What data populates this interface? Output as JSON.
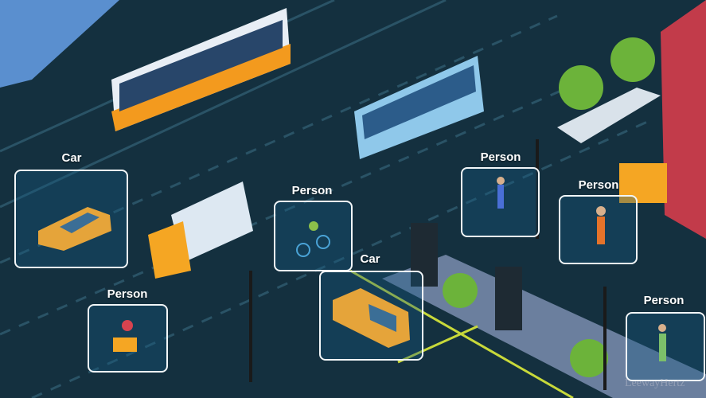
{
  "detections": [
    {
      "label": "Car"
    },
    {
      "label": "Person"
    },
    {
      "label": "Person"
    },
    {
      "label": "Car"
    },
    {
      "label": "Person"
    },
    {
      "label": "Person"
    },
    {
      "label": "Person"
    }
  ],
  "watermark": "LeewayHertz",
  "colors": {
    "background": "#14303f",
    "box_border": "#f2f6f8",
    "label": "#ffffff"
  }
}
